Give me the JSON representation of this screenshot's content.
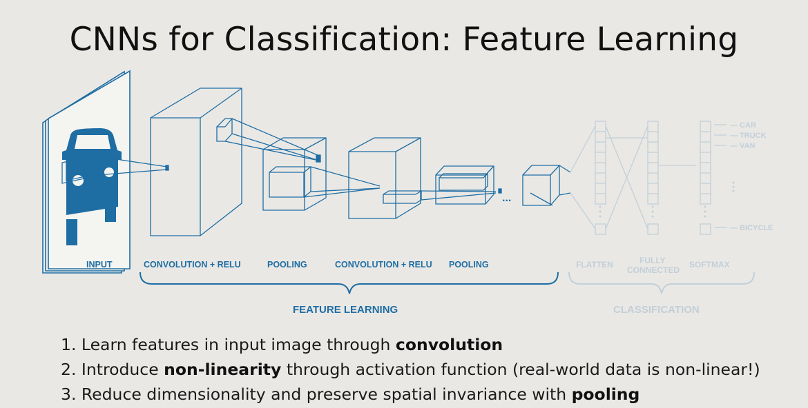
{
  "title": "CNNs for Classification: Feature Learning",
  "colors": {
    "primary": "#1e6da3",
    "faded": "#c3cfd8",
    "background": "#e9e8e5",
    "text": "#111111"
  },
  "input_image_icon": "car-icon",
  "layer_labels": {
    "input": "INPUT",
    "conv1": "CONVOLUTION + RELU",
    "pool1": "POOLING",
    "conv2": "CONVOLUTION + RELU",
    "pool2": "POOLING",
    "flatten": "FLATTEN",
    "fully_1": "FULLY",
    "fully_2": "CONNECTED",
    "softmax": "SOFTMAX"
  },
  "continuation": "...",
  "group_labels": {
    "feature_learning": "FEATURE LEARNING",
    "classification": "CLASSIFICATION"
  },
  "output_classes": [
    "CAR",
    "TRUCK",
    "VAN",
    "BICYCLE"
  ],
  "bullets": [
    {
      "number": "1.",
      "before": "Learn features in input image through ",
      "bold": "convolution",
      "after": ""
    },
    {
      "number": "2.",
      "before": "Introduce ",
      "bold": "non-linearity",
      "after": " through activation function (real-world data is non-linear!)"
    },
    {
      "number": "3.",
      "before": "Reduce dimensionality and preserve spatial invariance with ",
      "bold": "pooling",
      "after": ""
    }
  ]
}
